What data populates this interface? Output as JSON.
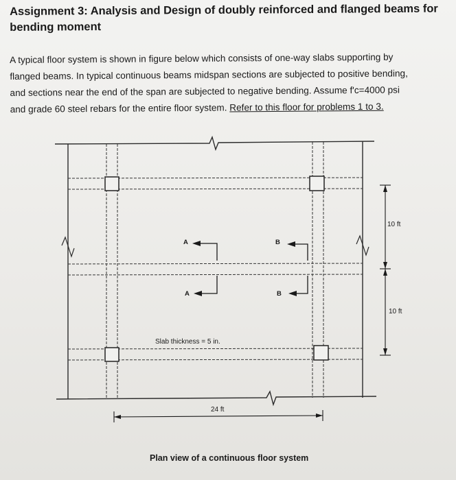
{
  "heading": {
    "line1": "Assignment 3: Analysis and Design of doubly reinforced and flanged beams for",
    "line2": "bending moment"
  },
  "body": {
    "line1": "A typical floor system is shown in figure below which consists of one-way slabs supporting by",
    "line2": "flanged beams. In typical continuous beams midspan sections are subjected to positive bending,",
    "line3": "and sections near the end of the span are subjected to negative bending. Assume f'c=4000 psi",
    "line4_plain": "and grade 60 steel rebars for the entire floor system. ",
    "line4_link": "Refer to this floor for problems 1 to 3."
  },
  "figure": {
    "section_a_top": "A",
    "section_a_bottom": "A",
    "section_b_top": "B",
    "section_b_bottom": "B",
    "dim_upper": "10 ft",
    "dim_lower": "10 ft",
    "slab_note": "Slab thickness = 5 in.",
    "dim_span": "24 ft",
    "caption": "Plan view of a continuous floor system"
  }
}
